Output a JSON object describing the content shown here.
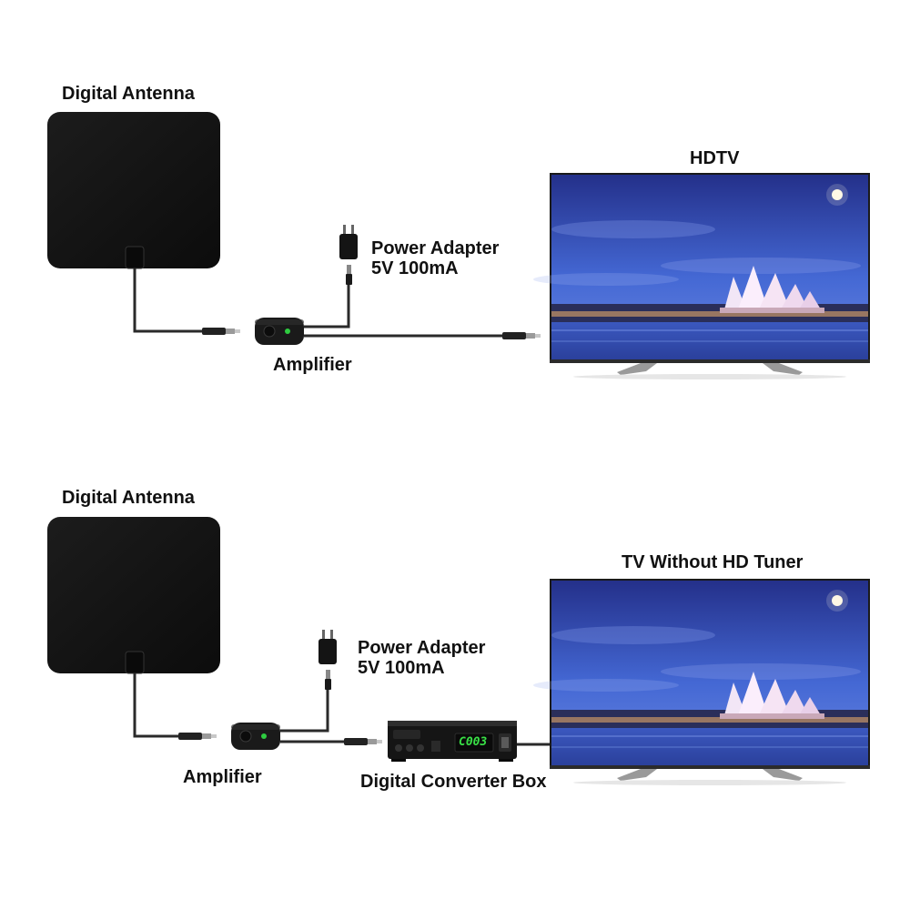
{
  "colors": {
    "antenna": "#141414",
    "cable": "#2a2a2a",
    "led": "#2ecc40",
    "display_digits": "#39e046",
    "sky_top": "#2a3a9a",
    "sky_bottom": "#4b6fd6",
    "water": "#3a5fc8"
  },
  "panels": [
    {
      "antenna_label": "Digital Antenna",
      "adapter_label_line1": "Power Adapter",
      "adapter_label_line2": "5V 100mA",
      "amplifier_label": "Amplifier",
      "tv_label": "HDTV"
    },
    {
      "antenna_label": "Digital Antenna",
      "adapter_label_line1": "Power Adapter",
      "adapter_label_line2": "5V 100mA",
      "amplifier_label": "Amplifier",
      "tv_label": "TV Without HD Tuner",
      "converter_label": "Digital Converter Box",
      "converter_display": "C003"
    }
  ]
}
